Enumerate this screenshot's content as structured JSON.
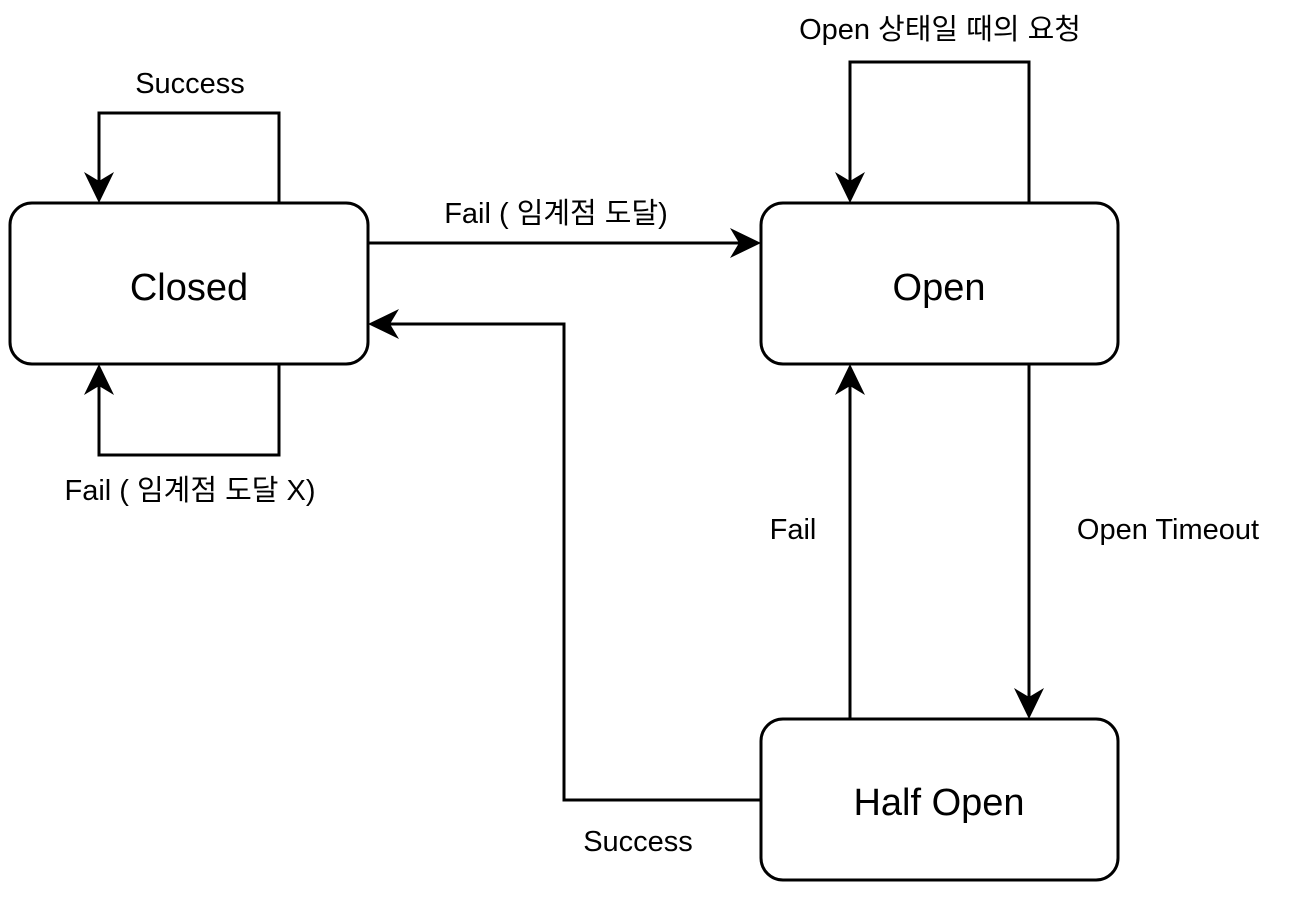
{
  "states": {
    "closed": "Closed",
    "open": "Open",
    "half_open": "Half Open"
  },
  "transitions": {
    "closed_success": "Success",
    "closed_fail_no_threshold": "Fail ( 임계점 도달 X)",
    "closed_to_open_fail": "Fail ( 임계점 도달)",
    "open_request": "Open 상태일 때의 요청",
    "open_timeout": "Open Timeout",
    "half_open_fail": "Fail",
    "half_open_success": "Success"
  },
  "colors": {
    "stroke": "#000000",
    "fill": "#ffffff"
  }
}
